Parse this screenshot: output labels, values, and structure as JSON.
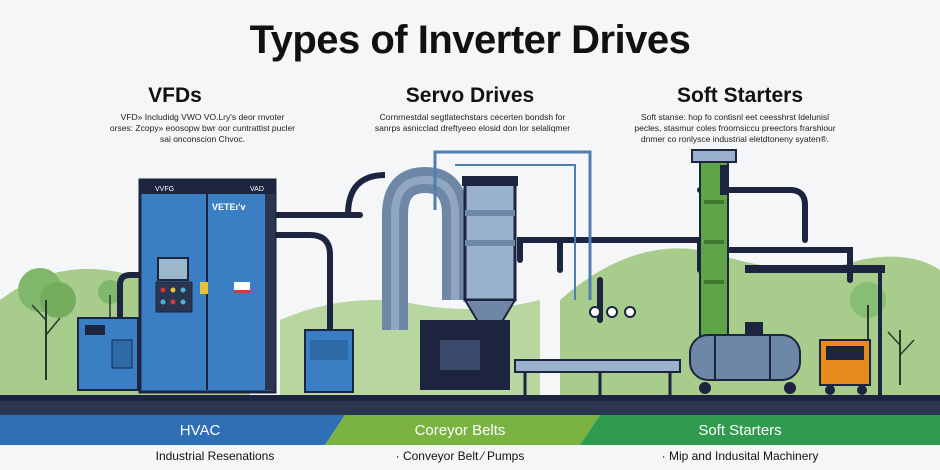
{
  "title": "Types of Inverter Drives",
  "columns": [
    {
      "heading": "VFDs",
      "description": [
        "VFD» Includidg VWO VO.Lry's deor rnvoter",
        "orses: Zcopy» eoosopw bwr oor cuntrattist pucler",
        "sai onconscion Chvoc."
      ]
    },
    {
      "heading": "Servo Drives",
      "description": [
        "Cornrnestdal segtlatechstars cecerten bondsh for",
        "sanrps asnicclad dreftyeeo elosid don lor selaliqmer"
      ]
    },
    {
      "heading": "Soft Starters",
      "description": [
        "Soft stanse: hop fo contisnl eet ceesshrst ldelunisl",
        "pecles, stasmur coles froomsiccu preectors frarshiour",
        "dnmer co ronlysce industrial eletdtoneny syaten®."
      ]
    }
  ],
  "equipment": {
    "vfd_cabinet_top_label": "VVFG",
    "vfd_cabinet_top_right": "VAD",
    "vfd_cabinet_badge": "VETEı’v"
  },
  "bands": [
    {
      "label": "HVAC",
      "color": "#2e6fb6"
    },
    {
      "label": "Coreyor Belts",
      "color": "#7ab342"
    },
    {
      "label": "Soft Starters",
      "color": "#2e9b4e"
    }
  ],
  "bottom_labels": [
    "Industrial Resenations",
    "· Conveyor Belt ⁄ Pumps",
    "· Mip and Indusital Machinery"
  ],
  "colors": {
    "cabinet_blue": "#3a7fc4",
    "pipe_dark": "#1c2440",
    "tree_green": "#7fb86a",
    "hill_green": "#a8cc8c",
    "motor_grey": "#6f87a6",
    "soft_starter_green": "#5fa548",
    "cart_orange": "#e88a1c"
  }
}
